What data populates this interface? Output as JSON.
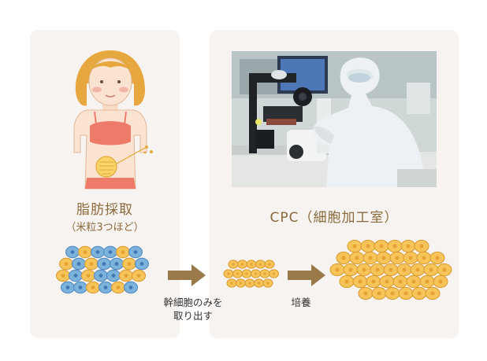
{
  "steps": {
    "left_title": "脂肪採取",
    "left_subtitle": "（米粒3つほど）",
    "right_title": "CPC（細胞加工室）",
    "extract_label_1": "幹細胞のみを",
    "extract_label_2": "取り出す",
    "culture_label": "培養"
  },
  "colors": {
    "panel_bg": "#f7f3f0",
    "title": "#8a6a3c",
    "arrow": "#9a7a4a",
    "cell_yellow": "#f7c45a",
    "cell_blue": "#7cb3dd"
  }
}
